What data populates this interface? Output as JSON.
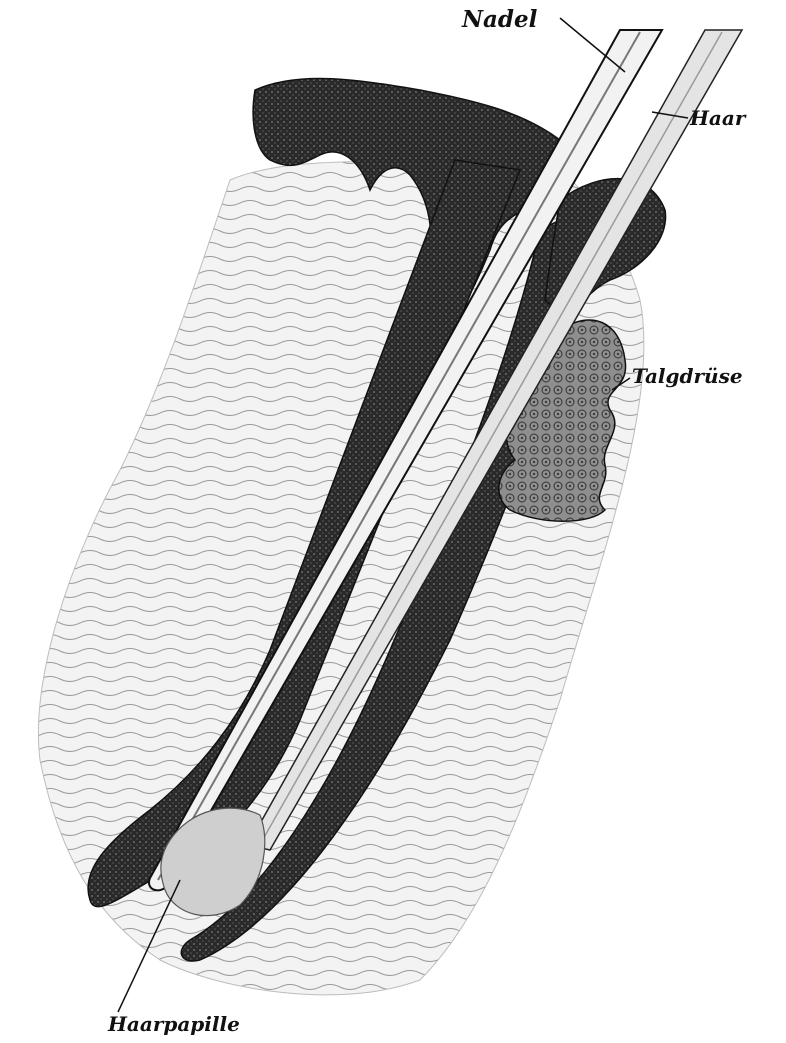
{
  "labels": {
    "nadel": "Nadel",
    "haar": "Haar",
    "talgdruese": "Talgdrüse",
    "haarpapille": "Haarpapille"
  },
  "colors": {
    "ink": "#111111",
    "epidermis": "#2a2a2a",
    "tissue_line": "#8c8c8c",
    "tissue_fill": "#d8d8d8",
    "gland": "#9a9a9a",
    "paper": "#ffffff"
  }
}
